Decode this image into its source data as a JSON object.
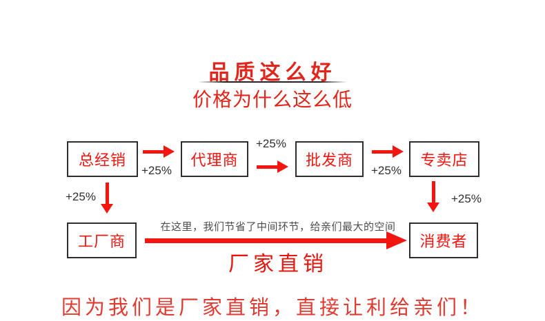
{
  "header": {
    "title": "品质这么好",
    "subtitle": "价格为什么这么低"
  },
  "flow": {
    "nodes": {
      "distributor": "总经销",
      "agent": "代理商",
      "wholesaler": "批发商",
      "store": "专卖店",
      "factory": "工厂商",
      "consumer": "消费者"
    },
    "markup_label": "+25%",
    "direct_note": "在这里，我们节省了中间环节，给亲们最大的空间",
    "direct_label": "厂家直销"
  },
  "footer": {
    "slogan": "因为我们是厂家直销，直接让利给亲们！"
  },
  "colors": {
    "title_red": "#e1251b",
    "arrow_red": "#f21510",
    "note_gray": "#4c4c4c",
    "pct_gray": "#2e2e2e",
    "border_dark": "#2d2d2d"
  }
}
